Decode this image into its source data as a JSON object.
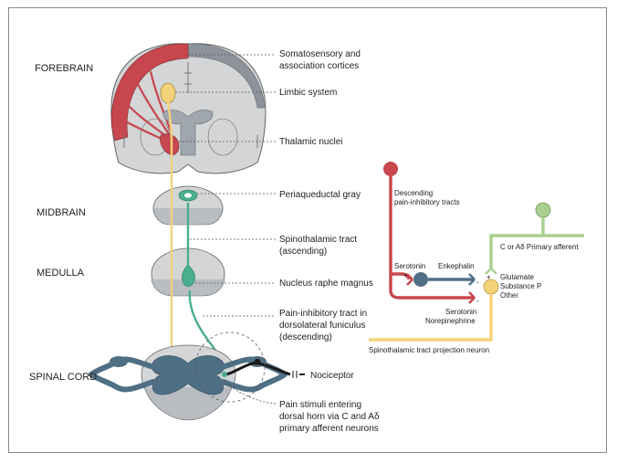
{
  "regions": {
    "forebrain": "FOREBRAIN",
    "midbrain": "MIDBRAIN",
    "medulla": "MEDULLA",
    "spinal_cord": "SPINAL CORD"
  },
  "callouts": {
    "somatosensory": [
      "Somatosensory and",
      "association cortices"
    ],
    "limbic": "Limbic system",
    "thalamic": "Thalamic nuclei",
    "pag": "Periaqueductal gray",
    "spinothalamic": [
      "Spinothalamic tract",
      "(ascending)"
    ],
    "raphe": "Nucleus raphe magnus",
    "pain_inhibitory": [
      "Pain-inhibitory tract in",
      "dorsolateral funiculus",
      "(descending)"
    ],
    "nociceptor": "Nociceptor",
    "pain_stimuli": [
      "Pain stimuli entering",
      "dorsal horn via C and Aδ",
      "primary afferent neurons"
    ]
  },
  "inset": {
    "descending": [
      "Descending",
      "pain-inhibitory tracts"
    ],
    "primary_afferent": "C or Aδ Primary afferent",
    "serotonin_top": "Serotonin",
    "enkephalin": "Enkephalin",
    "transmitters": [
      "Glutamate",
      "Substance P",
      "Other"
    ],
    "serotonin_bottom": [
      "Serotonin",
      "Norepinephrine"
    ],
    "projection_neuron": "Spinothalamic tract projection neuron",
    "plus": "+",
    "minus": "-"
  },
  "colors": {
    "red": "#c8464d",
    "yellow": "#f3d27a",
    "teal": "#49ae8e",
    "blue": "#4f6f84",
    "green": "#a9d08f",
    "gray": "#d3d5d7",
    "dark_gray": "#8c939b"
  }
}
